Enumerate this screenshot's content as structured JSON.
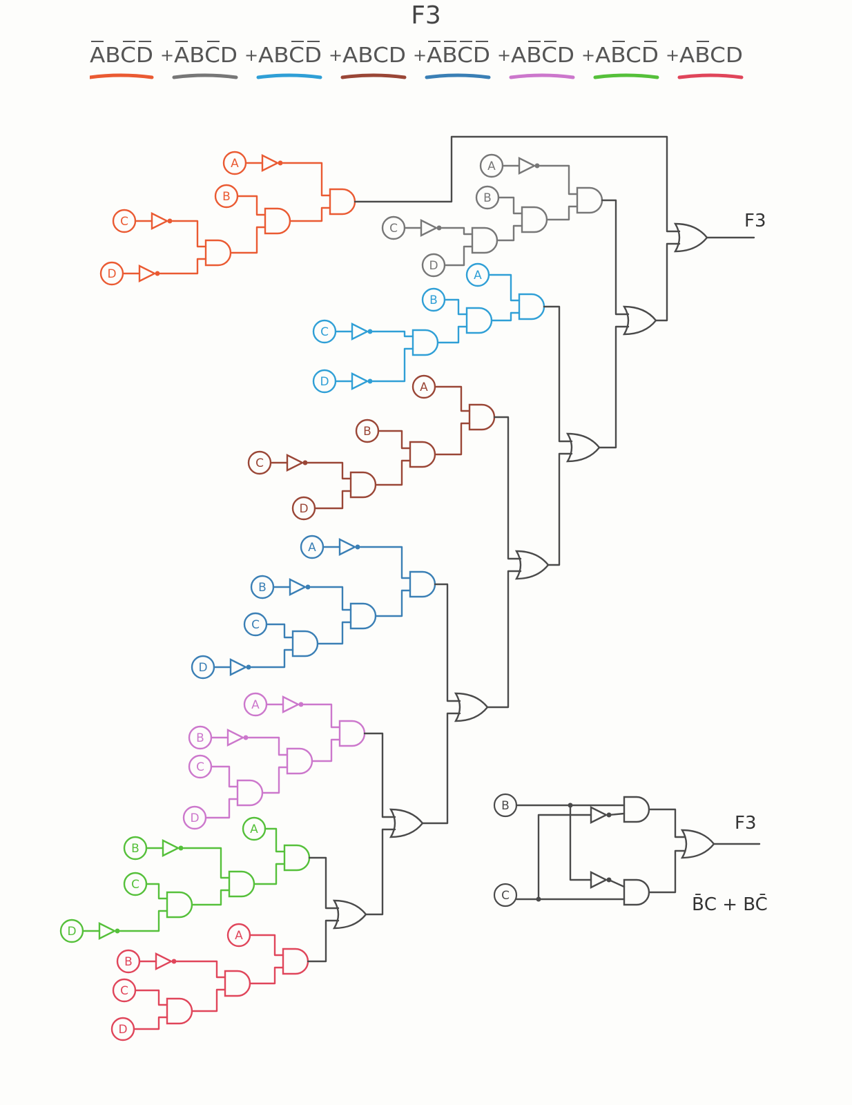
{
  "title": "F3",
  "expression": {
    "terms": [
      {
        "text": "ABCD",
        "bars": [
          0,
          2,
          3
        ],
        "color": "#ea5a32"
      },
      {
        "text": "ABCD",
        "bars": [
          0,
          2
        ],
        "color": "#777777"
      },
      {
        "text": "ABCD",
        "bars": [
          2,
          3
        ],
        "color": "#2f9fd6"
      },
      {
        "text": "ABCD",
        "bars": [],
        "color": "#9a4636"
      },
      {
        "text": "ABCD",
        "bars": [
          0,
          1,
          2,
          3
        ],
        "color": "#3a7fb5"
      },
      {
        "text": "ABCD",
        "bars": [
          1,
          2
        ],
        "color": "#cc77cc"
      },
      {
        "text": "ABCD",
        "bars": [
          1,
          3
        ],
        "color": "#55c03a"
      },
      {
        "text": "ABCD",
        "bars": [
          1
        ],
        "color": "#e0455a"
      }
    ],
    "plus": "+"
  },
  "inputs": {
    "a": "A",
    "b": "B",
    "c": "C",
    "d": "D"
  },
  "output_label": "F3",
  "simplified": {
    "input_b": "B",
    "input_c": "C",
    "output_label": "F3",
    "expression": "B̄C + BC̄"
  },
  "colors": {
    "orange": "#ea5a32",
    "gray": "#777777",
    "cyan": "#2f9fd6",
    "brown": "#9a4636",
    "blue": "#3a7fb5",
    "pink": "#cc77cc",
    "green": "#55c03a",
    "red": "#e0455a",
    "ink": "#4a4a4a"
  }
}
